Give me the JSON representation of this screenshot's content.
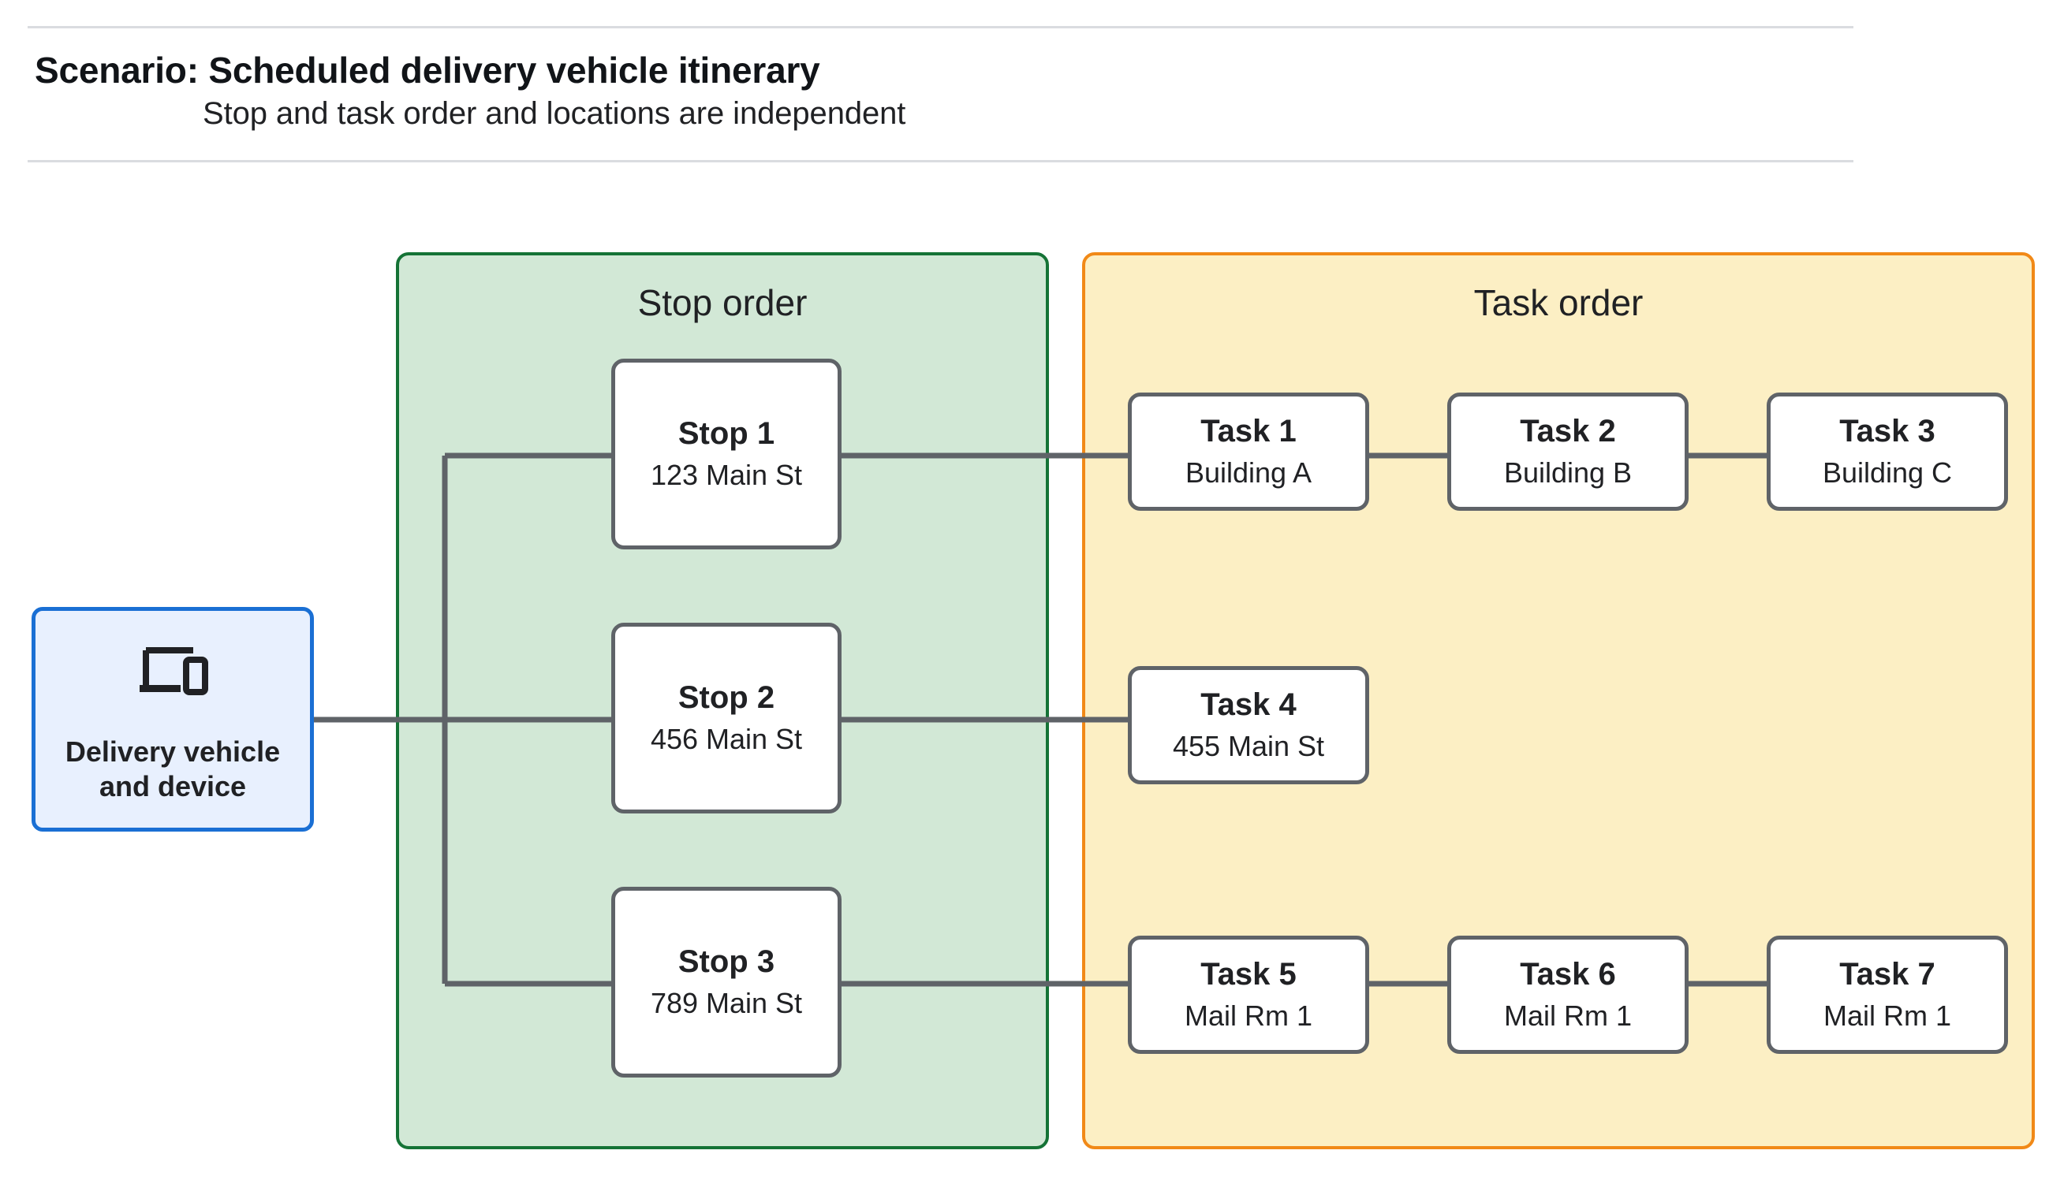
{
  "header": {
    "title": "Scenario: Scheduled delivery vehicle itinerary",
    "subtitle": "Stop and task order and locations are independent"
  },
  "vehicle": {
    "label": "Delivery vehicle\nand device",
    "label_line1": "Delivery vehicle",
    "label_line2": "and device",
    "icon": "devices-icon",
    "border_color": "#1a6fd4",
    "fill_color": "#e8f0fe"
  },
  "stop_panel": {
    "title": "Stop order",
    "border_color": "#157336",
    "fill_color": "#d2e8d6",
    "stops": [
      {
        "title": "Stop 1",
        "location": "123 Main St"
      },
      {
        "title": "Stop 2",
        "location": "456 Main St"
      },
      {
        "title": "Stop 3",
        "location": "789 Main St"
      }
    ]
  },
  "task_panel": {
    "title": "Task order",
    "border_color": "#f18917",
    "fill_color": "#fcefc4",
    "rows": [
      {
        "tasks": [
          {
            "title": "Task 1",
            "location": "Building A"
          },
          {
            "title": "Task 2",
            "location": "Building B"
          },
          {
            "title": "Task 3",
            "location": "Building C"
          }
        ]
      },
      {
        "tasks": [
          {
            "title": "Task 4",
            "location": "455 Main St"
          }
        ]
      },
      {
        "tasks": [
          {
            "title": "Task 5",
            "location": "Mail Rm 1"
          },
          {
            "title": "Task 6",
            "location": "Mail Rm 1"
          },
          {
            "title": "Task 7",
            "location": "Mail Rm 1"
          }
        ]
      }
    ]
  },
  "style": {
    "connector_color": "#5f6368",
    "card_border_color": "#5f6368",
    "card_fill_color": "#ffffff",
    "rule_color": "#dadce0",
    "text_color": "#202124"
  }
}
